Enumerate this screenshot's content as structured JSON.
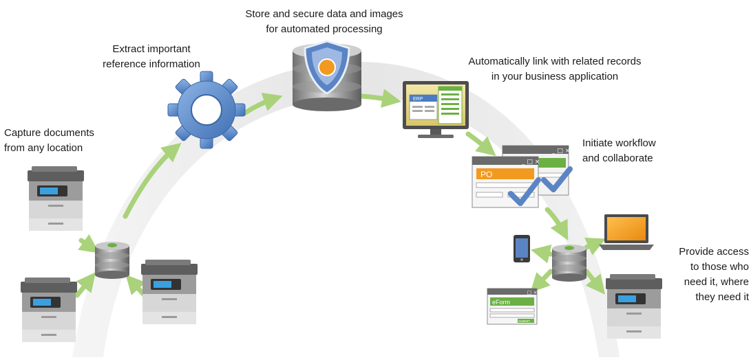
{
  "captions": {
    "capture": "Capture documents\nfrom any location",
    "extract": "Extract important\nreference information",
    "store": "Store and secure data and images\nfor automated processing",
    "link": "Automatically link with related records\nin your business application",
    "workflow": "Initiate workflow\nand collaborate",
    "access": "Provide access\nto those who\nneed it, where\nthey need it"
  },
  "erp_window": {
    "tab_label": "ERP"
  },
  "po_window": {
    "title_label": "PO"
  },
  "eform": {
    "title_label": "eForm",
    "submit_label": "SUBMIT"
  },
  "colors": {
    "arc": "#e6e6e6",
    "arrow": "#a9d27a",
    "gear": "#5f8fcc",
    "shield": "#5b84c4",
    "orange": "#f29a1f",
    "green": "#6bb043",
    "device_gray": "#8a8a8a"
  }
}
